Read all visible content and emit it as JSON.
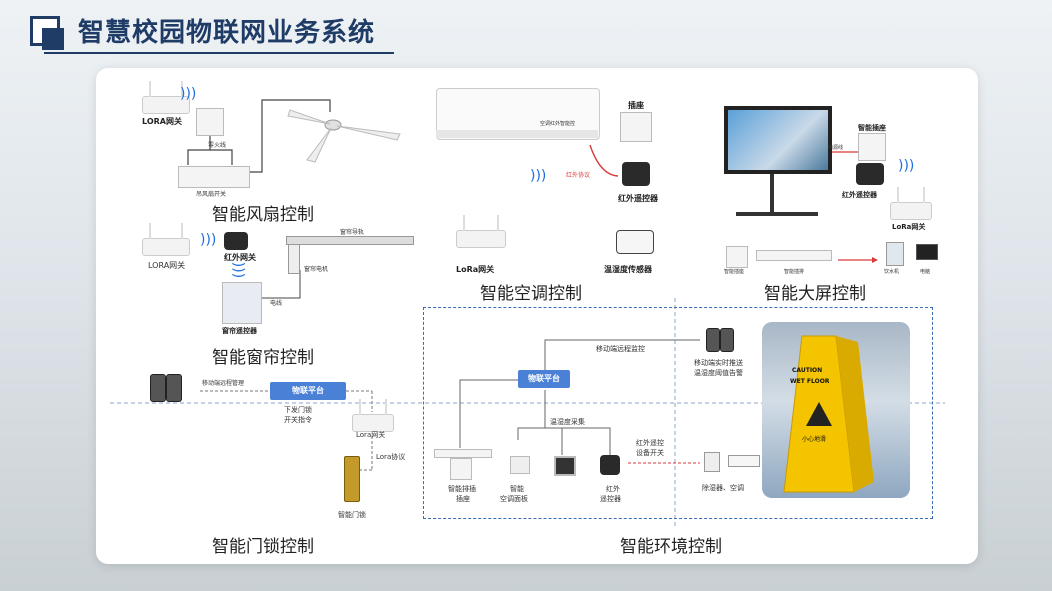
{
  "header": {
    "title": "智慧校园物联网业务系统"
  },
  "sections": {
    "fan": {
      "title": "智能风扇控制",
      "lora_gateway": "LORA网关",
      "switch_label": "零火线",
      "panel_label": "吊风扇开关"
    },
    "curtain": {
      "title": "智能窗帘控制",
      "lora_gateway": "LORA网关",
      "ir_gateway": "红外网关",
      "curtain_label": "窗帘导轨",
      "motor_label": "窗帘电机",
      "wire_label": "电线",
      "controller_label": "窗帘遥控器"
    },
    "ac": {
      "title": "智能空调控制",
      "ac_text": "空调红外智能控",
      "socket": "插座",
      "ir_protocol": "红外协议",
      "ir_remote": "红外遥控器",
      "lora_gateway": "LoRa网关",
      "sensor": "温湿度传感器"
    },
    "screen": {
      "title": "智能大屏控制",
      "smart_socket": "智能插座",
      "power_line": "电源线",
      "ir_remote": "红外遥控器",
      "lora_gateway": "LoRa网关",
      "socket_a": "智能插座",
      "socket_b": "智能插排",
      "water": "饮水机",
      "computer": "电脑"
    },
    "lock": {
      "title": "智能门锁控制",
      "remote_mgmt": "移动端远程管理",
      "platform": "物联平台",
      "command_line1": "下发门锁",
      "command_line2": "开关指令",
      "lora_gateway": "Lora网关",
      "lora_protocol": "Lora协议",
      "door_lock": "智能门锁"
    },
    "env": {
      "title": "智能环境控制",
      "remote_monitor": "移动端远程监控",
      "push_line1": "移动端实时推送",
      "push_line2": "温湿度阈值告警",
      "platform": "物联平台",
      "collect": "温湿度采集",
      "ir_control_line1": "红外遥控",
      "ir_control_line2": "设备开关",
      "strip_line1": "智能排插",
      "strip_line2": "插座",
      "panel_line1": "智能",
      "panel_line2": "空调面板",
      "ir_line1": "红外",
      "ir_line2": "遥控器",
      "devices": "除湿器、空调",
      "sign_top": "CAUTION",
      "sign_mid": "WET FLOOR",
      "sign_bottom": "小心地滑"
    }
  },
  "colors": {
    "brand": "#1e3c66",
    "accent": "#4a80d6",
    "warning": "#f5c400",
    "alert": "#d93a3a"
  }
}
